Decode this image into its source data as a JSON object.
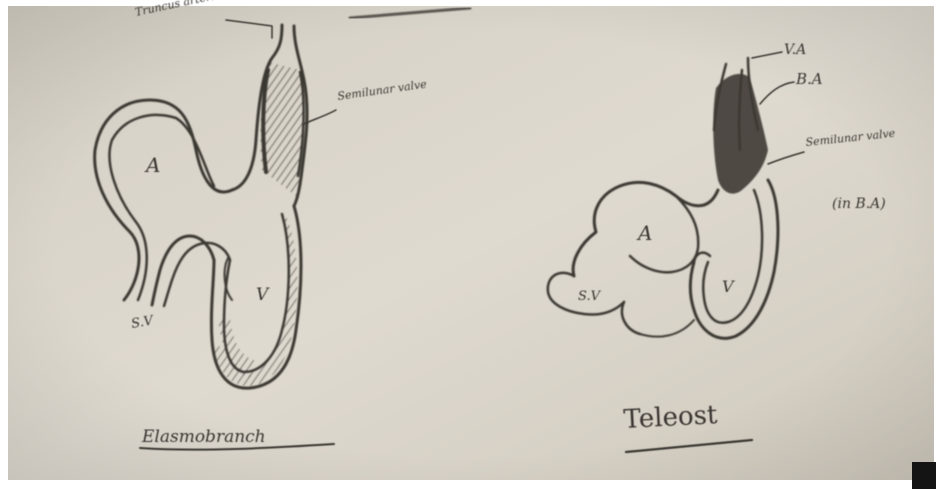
{
  "left_drawing": {
    "label_top": "Truncus arteriosus",
    "label_valve": "Semilunar valve",
    "label_atrium": "A",
    "label_ventricle": "V",
    "label_sinus": "S.V",
    "caption": "Elasmobranch"
  },
  "right_drawing": {
    "label_va": "V.A",
    "label_ba": "B.A",
    "label_valve": "Semilunar valve",
    "label_valve_note": "(in B.A)",
    "label_atrium": "A",
    "label_ventricle": "V",
    "label_sinus": "S.V",
    "caption": "Teleost"
  },
  "colors": {
    "paper": "#dcd7cc",
    "ink": "#3b3732",
    "frame": "#ffffff"
  }
}
